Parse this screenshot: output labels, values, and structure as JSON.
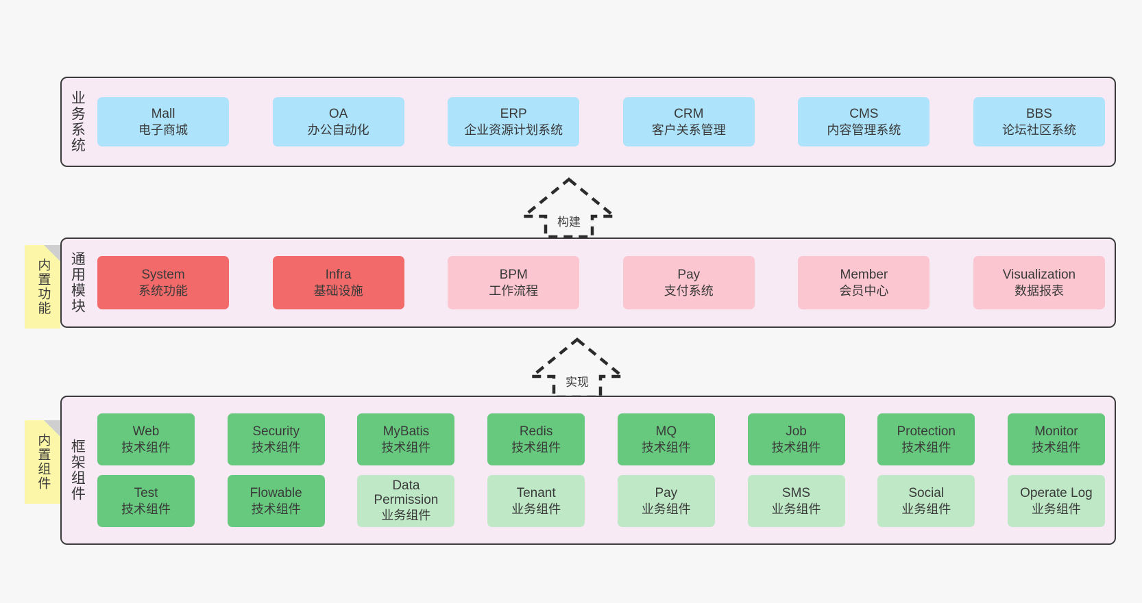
{
  "diagram": {
    "background_color": "#f7f7f7",
    "container_fill": "#f7eaf5",
    "container_stroke": "#3b3b3b",
    "note_fill": "#fcf7a8"
  },
  "layers": [
    {
      "id": "business-systems",
      "title": "业务系统",
      "card_color": "#ade3fb",
      "rows": [
        [
          {
            "en": "Mall",
            "cn": "电子商城"
          },
          {
            "en": "OA",
            "cn": "办公自动化"
          },
          {
            "en": "ERP",
            "cn": "企业资源计划系统"
          },
          {
            "en": "CRM",
            "cn": "客户关系管理"
          },
          {
            "en": "CMS",
            "cn": "内容管理系统"
          },
          {
            "en": "BBS",
            "cn": "论坛社区系统"
          }
        ]
      ]
    },
    {
      "id": "common-modules",
      "title": "通用模块",
      "note": "内置功能",
      "rows": [
        [
          {
            "en": "System",
            "cn": "系统功能",
            "color": "#f26a6a"
          },
          {
            "en": "Infra",
            "cn": "基础设施",
            "color": "#f26a6a"
          },
          {
            "en": "BPM",
            "cn": "工作流程",
            "color": "#fbc6d0"
          },
          {
            "en": "Pay",
            "cn": "支付系统",
            "color": "#fbc6d0"
          },
          {
            "en": "Member",
            "cn": "会员中心",
            "color": "#fbc6d0"
          },
          {
            "en": "Visualization",
            "cn": "数据报表",
            "color": "#fbc6d0"
          }
        ]
      ]
    },
    {
      "id": "framework-components",
      "title": "框架组件",
      "note": "内置组件",
      "rows": [
        [
          {
            "en": "Web",
            "cn": "技术组件",
            "color": "#66c97e"
          },
          {
            "en": "Security",
            "cn": "技术组件",
            "color": "#66c97e"
          },
          {
            "en": "MyBatis",
            "cn": "技术组件",
            "color": "#66c97e"
          },
          {
            "en": "Redis",
            "cn": "技术组件",
            "color": "#66c97e"
          },
          {
            "en": "MQ",
            "cn": "技术组件",
            "color": "#66c97e"
          },
          {
            "en": "Job",
            "cn": "技术组件",
            "color": "#66c97e"
          },
          {
            "en": "Protection",
            "cn": "技术组件",
            "color": "#66c97e"
          },
          {
            "en": "Monitor",
            "cn": "技术组件",
            "color": "#66c97e"
          }
        ],
        [
          {
            "en": "Test",
            "cn": "技术组件",
            "color": "#66c97e"
          },
          {
            "en": "Flowable",
            "cn": "技术组件",
            "color": "#66c97e"
          },
          {
            "en": "Data Permission",
            "cn": "业务组件",
            "color": "#bfe8c6"
          },
          {
            "en": "Tenant",
            "cn": "业务组件",
            "color": "#bfe8c6"
          },
          {
            "en": "Pay",
            "cn": "业务组件",
            "color": "#bfe8c6"
          },
          {
            "en": "SMS",
            "cn": "业务组件",
            "color": "#bfe8c6"
          },
          {
            "en": "Social",
            "cn": "业务组件",
            "color": "#bfe8c6"
          },
          {
            "en": "Operate Log",
            "cn": "业务组件",
            "color": "#bfe8c6"
          }
        ]
      ]
    }
  ],
  "connectors": [
    {
      "id": "build-arrow",
      "label": "构建",
      "direction": "up"
    },
    {
      "id": "implement-arrow",
      "label": "实现",
      "direction": "up"
    }
  ]
}
